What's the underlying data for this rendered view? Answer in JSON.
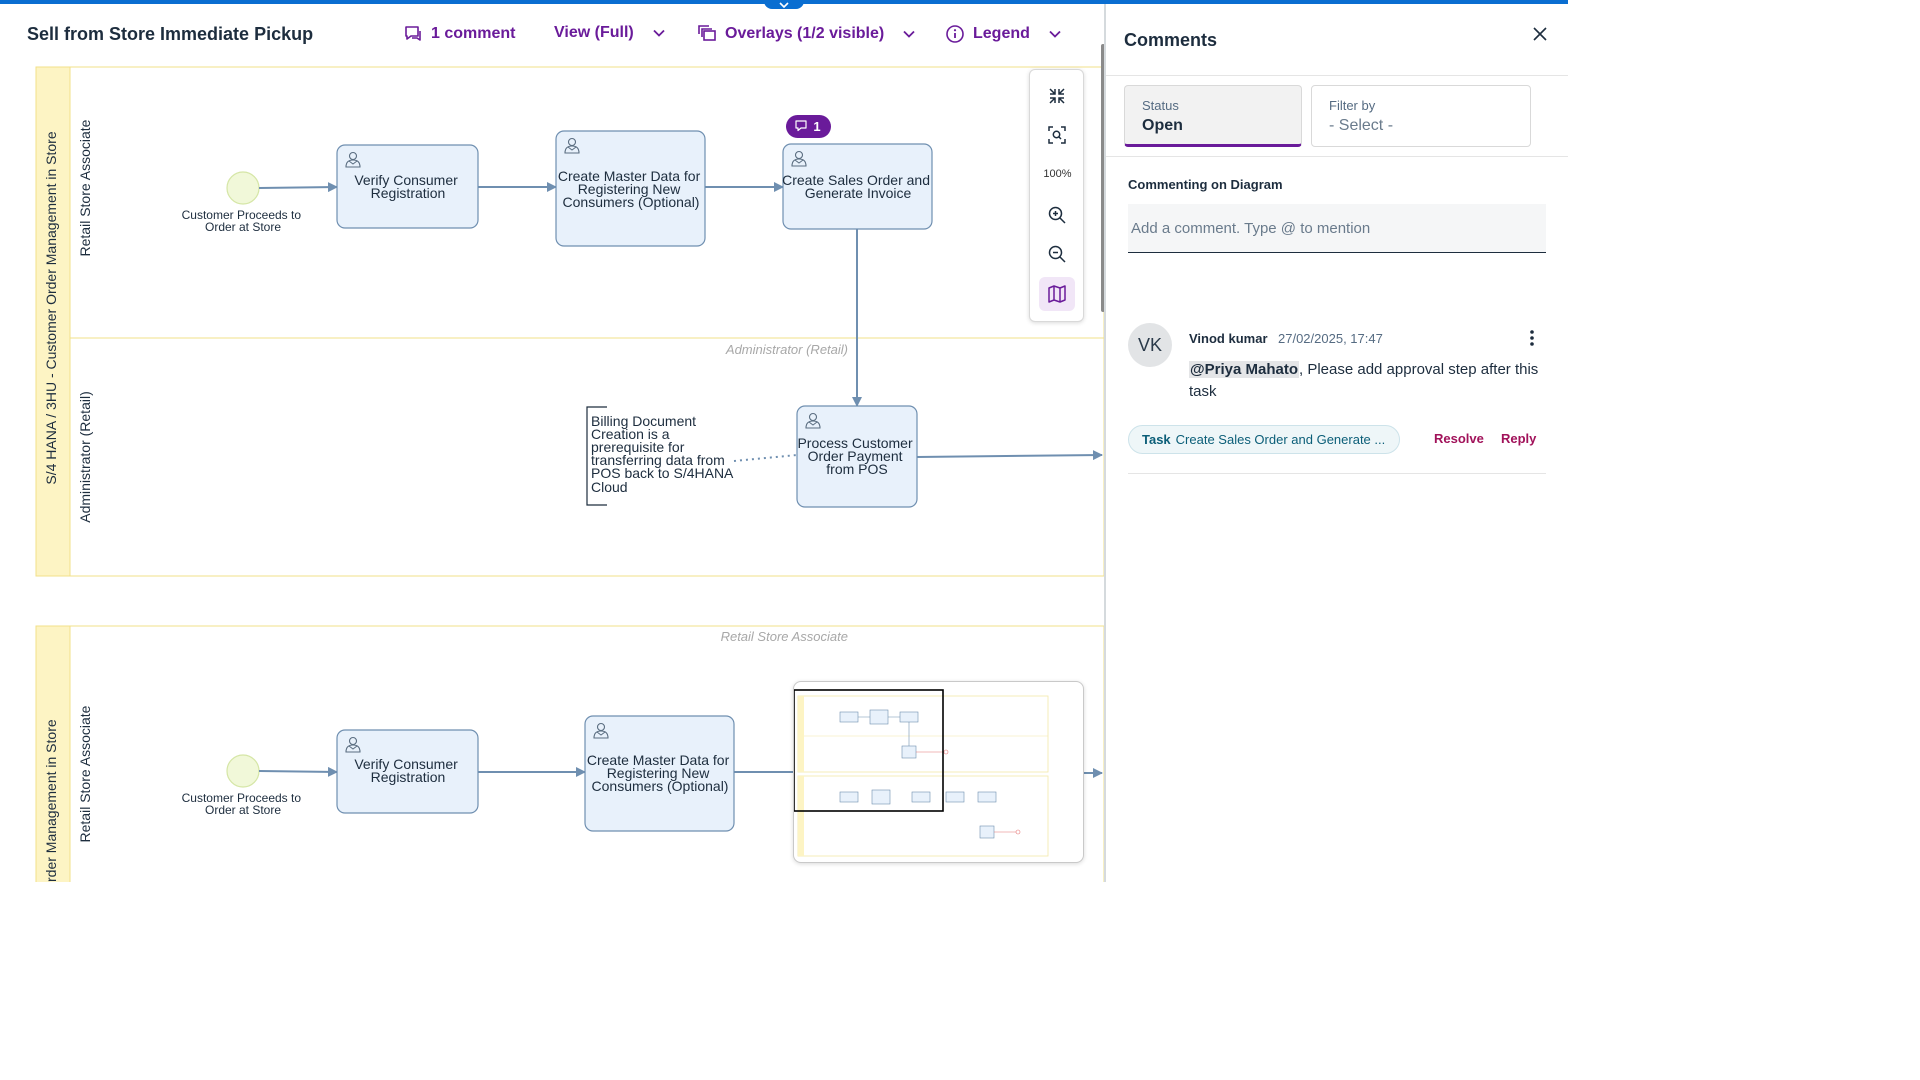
{
  "header": {
    "title": "Sell from Store Immediate Pickup",
    "comments_button": "1 comment",
    "view_button": "View (Full)",
    "overlays_button": "Overlays (1/2 visible)",
    "legend_button": "Legend"
  },
  "toolbar": {
    "zoom_level": "100%",
    "icons": [
      "collapse-icon",
      "fit-view-icon",
      "zoom-in-icon",
      "zoom-out-icon",
      "map-icon"
    ]
  },
  "diagram": {
    "pool_label": "S/4 HANA / 3HU - Customer Order Management in Store",
    "pool_label_partial": "rder Management in Store",
    "lane1_label": "Retail Store Associate",
    "lane2_label": "Administrator (Retail)",
    "lane2_watermark": "Administrator (Retail)",
    "lane3_watermark": "Retail Store Associate",
    "lane3_label": "Retail Store Associate",
    "start_event": [
      "Customer Proceeds to",
      "Order at Store"
    ],
    "task_verify": [
      "Verify Consumer",
      "Registration"
    ],
    "task_master": [
      "Create Master Data for",
      "Registering New",
      "Consumers (Optional)"
    ],
    "task_sales": [
      "Create Sales Order and",
      "Generate Invoice"
    ],
    "task_payment": [
      "Process Customer",
      "Order Payment",
      "from POS"
    ],
    "annotation": [
      "Billing Document",
      "Creation is a",
      "prerequisite for",
      "transferring data from",
      "POS back to S/4HANA",
      "Cloud"
    ],
    "comment_badge": "1"
  },
  "panel": {
    "title": "Comments",
    "status_label": "Status",
    "status_value": "Open",
    "filter_label": "Filter by",
    "filter_value": "- Select -",
    "commenting_label": "Commenting on Diagram",
    "input_placeholder": "Add a comment. Type @ to mention"
  },
  "comment": {
    "initials": "VK",
    "author": "Vinod kumar",
    "timestamp": "27/02/2025, 17:47",
    "mention": "@Priya Mahato",
    "text": ", Please add approval step after this task",
    "task_prefix": "Task",
    "task_name": "Create Sales Order and Generate ...",
    "resolve_label": "Resolve",
    "reply_label": "Reply"
  },
  "colors": {
    "accent": "#6a1b9a",
    "brand_bar": "#0a6ed1",
    "task_fill": "#e8f1fb",
    "task_stroke": "#6f8fb0",
    "lane_header": "#fdf4c4",
    "action": "#a1125a"
  }
}
